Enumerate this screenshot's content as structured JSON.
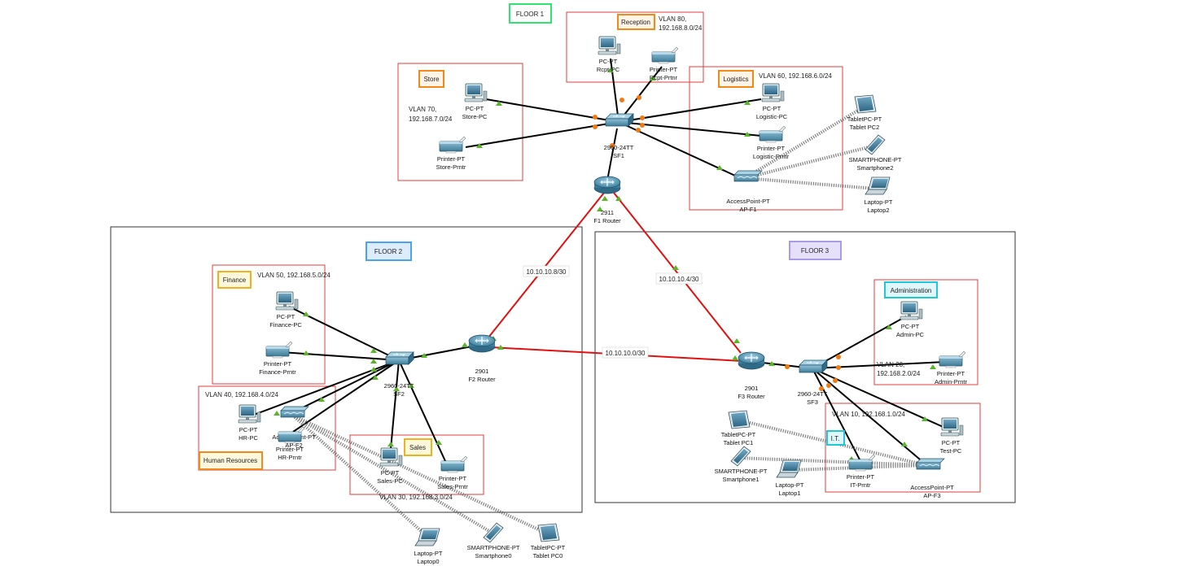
{
  "colors": {
    "floor1": "#2ee66e",
    "floor2": "#4aa3f0",
    "floor3": "#a99be8",
    "dept_border": "#e23c3c",
    "label_orange": "#f08a1a",
    "label_yellow": "#f0b21a",
    "label_cyan": "#1ec8d8",
    "label_white": "#cfe7f5",
    "red_link": "#e01010",
    "port_green": "#5ab52a",
    "port_orange": "#ee7a10"
  },
  "floors": {
    "floor1": "FLOOR 1",
    "floor2": "FLOOR 2",
    "floor3": "FLOOR 3"
  },
  "departments": {
    "reception": {
      "label": "Reception",
      "vlan_line1": "VLAN 80,",
      "vlan_line2": "192.168.8.0/24"
    },
    "store": {
      "label": "Store",
      "vlan_line1": "VLAN 70,",
      "vlan_line2": "192.168.7.0/24"
    },
    "logistics": {
      "label": "Logistics",
      "vlan": "VLAN 60, 192.168.6.0/24"
    },
    "finance": {
      "label": "Finance",
      "vlan": "VLAN 50, 192.168.5.0/24"
    },
    "hr": {
      "label": "Human Resources",
      "vlan": "VLAN 40, 192.168.4.0/24"
    },
    "sales": {
      "label": "Sales",
      "vlan": "VLAN 30, 192.168.3.0/24"
    },
    "admin": {
      "label": "Administration",
      "vlan_line1": "VLAN 20,",
      "vlan_line2": "192.168.2.0/24"
    },
    "it": {
      "label": "I.T.",
      "vlan": "VLAN 10, 192.168.1.0/24"
    }
  },
  "links": {
    "f1_f2": "10.10.10.8/30",
    "f1_f3": "10.10.10.4/30",
    "f2_f3": "10.10.10.0/30"
  },
  "devices": {
    "rcpt_pc": {
      "type": "PC-PT",
      "name": "Rcpt-PC",
      "icon": "pc-icon"
    },
    "rcpt_prntr": {
      "type": "Printer-PT",
      "name": "Rcpt-Prtnr",
      "icon": "printer-icon"
    },
    "store_pc": {
      "type": "PC-PT",
      "name": "Store-PC",
      "icon": "pc-icon"
    },
    "store_prntr": {
      "type": "Printer-PT",
      "name": "Store-Prntr",
      "icon": "printer-icon"
    },
    "sf1": {
      "type": "2960-24TT",
      "name": "SF1",
      "icon": "switch-icon"
    },
    "logistic_pc": {
      "type": "PC-PT",
      "name": "Logistic-PC",
      "icon": "pc-icon"
    },
    "logistic_prntr": {
      "type": "Printer-PT",
      "name": "Logistic-Prntr",
      "icon": "printer-icon"
    },
    "ap_f1": {
      "type": "AccessPoint-PT",
      "name": "AP-F1",
      "icon": "access-point-icon"
    },
    "tablet_pc2": {
      "type": "TabletPC-PT",
      "name": "Tablet PC2",
      "icon": "tablet-icon"
    },
    "smartphone2": {
      "type": "SMARTPHONE-PT",
      "name": "Smartphone2",
      "icon": "smartphone-icon"
    },
    "laptop2": {
      "type": "Laptop-PT",
      "name": "Laptop2",
      "icon": "laptop-icon"
    },
    "f1_router": {
      "type": "2911",
      "name": "F1 Router",
      "icon": "router-icon"
    },
    "finance_pc": {
      "type": "PC-PT",
      "name": "Finance-PC",
      "icon": "pc-icon"
    },
    "finance_prntr": {
      "type": "Printer-PT",
      "name": "Finance-Prntr",
      "icon": "printer-icon"
    },
    "sf2": {
      "type": "2960-24TT",
      "name": "SF2",
      "icon": "switch-icon"
    },
    "f2_router": {
      "type": "2901",
      "name": "F2 Router",
      "icon": "router-icon"
    },
    "hr_pc": {
      "type": "PC-PT",
      "name": "HR-PC",
      "icon": "pc-icon"
    },
    "ap_f2": {
      "type": "AccessPoint-PT",
      "name": "AP-F2",
      "icon": "access-point-icon"
    },
    "hr_prntr": {
      "type": "Printer-PT",
      "name": "HR-Prntr",
      "icon": "printer-icon"
    },
    "sales_pc": {
      "type": "PC-PT",
      "name": "Sales-PC",
      "icon": "pc-icon"
    },
    "sales_prntr": {
      "type": "Printer-PT",
      "name": "Sales-Prntr",
      "icon": "printer-icon"
    },
    "laptop0": {
      "type": "Laptop-PT",
      "name": "Laptop0",
      "icon": "laptop-icon"
    },
    "smartphone0": {
      "type": "SMARTPHONE-PT",
      "name": "Smartphone0",
      "icon": "smartphone-icon"
    },
    "tablet_pc0": {
      "type": "TabletPC-PT",
      "name": "Tablet PC0",
      "icon": "tablet-icon"
    },
    "f3_router": {
      "type": "2901",
      "name": "F3 Router",
      "icon": "router-icon"
    },
    "sf3": {
      "type": "2960-24TT",
      "name": "SF3",
      "icon": "switch-icon"
    },
    "admin_pc": {
      "type": "PC-PT",
      "name": "Admin-PC",
      "icon": "pc-icon"
    },
    "admin_prntr": {
      "type": "Printer-PT",
      "name": "Admin-Prntr",
      "icon": "printer-icon"
    },
    "test_pc": {
      "type": "PC-PT",
      "name": "Test-PC",
      "icon": "pc-icon"
    },
    "ap_f3": {
      "type": "AccessPoint-PT",
      "name": "AP-F3",
      "icon": "access-point-icon"
    },
    "it_prntr": {
      "type": "Printer-PT",
      "name": "IT-Prntr",
      "icon": "printer-icon"
    },
    "tablet_pc1": {
      "type": "TabletPC-PT",
      "name": "Tablet PC1",
      "icon": "tablet-icon"
    },
    "smartphone1": {
      "type": "SMARTPHONE-PT",
      "name": "Smartphone1",
      "icon": "smartphone-icon"
    },
    "laptop1": {
      "type": "Laptop-PT",
      "name": "Laptop1",
      "icon": "laptop-icon"
    }
  }
}
